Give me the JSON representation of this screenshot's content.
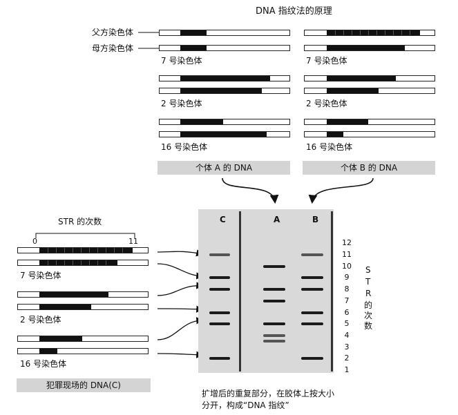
{
  "title": "DNA 指纹法的原理",
  "labels": {
    "father_chrom": "父方染色体",
    "mother_chrom": "母方染色体",
    "chrom7": "7 号染色体",
    "chrom2": "2 号染色体",
    "chrom16": "16 号染色体"
  },
  "individual_a": "个体 A 的 DNA",
  "individual_b": "个体 B 的 DNA",
  "crime_scene": "犯罪现场的 DNA(C)",
  "str_count_label": "STR 的次数",
  "scale_start": "0",
  "scale_end": "11",
  "lanes": [
    "C",
    "A",
    "B"
  ],
  "axis_ticks": [
    "12",
    "11",
    "10",
    "9",
    "8",
    "7",
    "6",
    "5",
    "4",
    "3",
    "2",
    "1"
  ],
  "axis_label_chars": [
    "S",
    "T",
    "R",
    "的",
    "次",
    "数"
  ],
  "caption_lines": [
    "扩增后的重复部分，在胶体上按大小",
    "分开，构成“DNA 指纹”"
  ],
  "gel_bands": {
    "C": [
      11,
      9,
      8,
      6,
      5,
      2
    ],
    "A": [
      10,
      8,
      7,
      5,
      4,
      3.5
    ],
    "B": [
      11,
      9,
      8,
      6,
      5,
      2
    ]
  },
  "chromosome_repeats": {
    "A": {
      "chrom7": [
        3,
        3
      ],
      "chrom2": [
        9,
        8
      ],
      "chrom16": [
        5,
        11
      ]
    },
    "B": {
      "chrom7": [
        12,
        10
      ],
      "chrom2": [
        9,
        6
      ],
      "chrom16": [
        5,
        2
      ]
    },
    "C": {
      "chrom7": [
        11,
        9
      ],
      "chrom2": [
        8,
        6
      ],
      "chrom16": [
        5,
        2
      ]
    }
  }
}
